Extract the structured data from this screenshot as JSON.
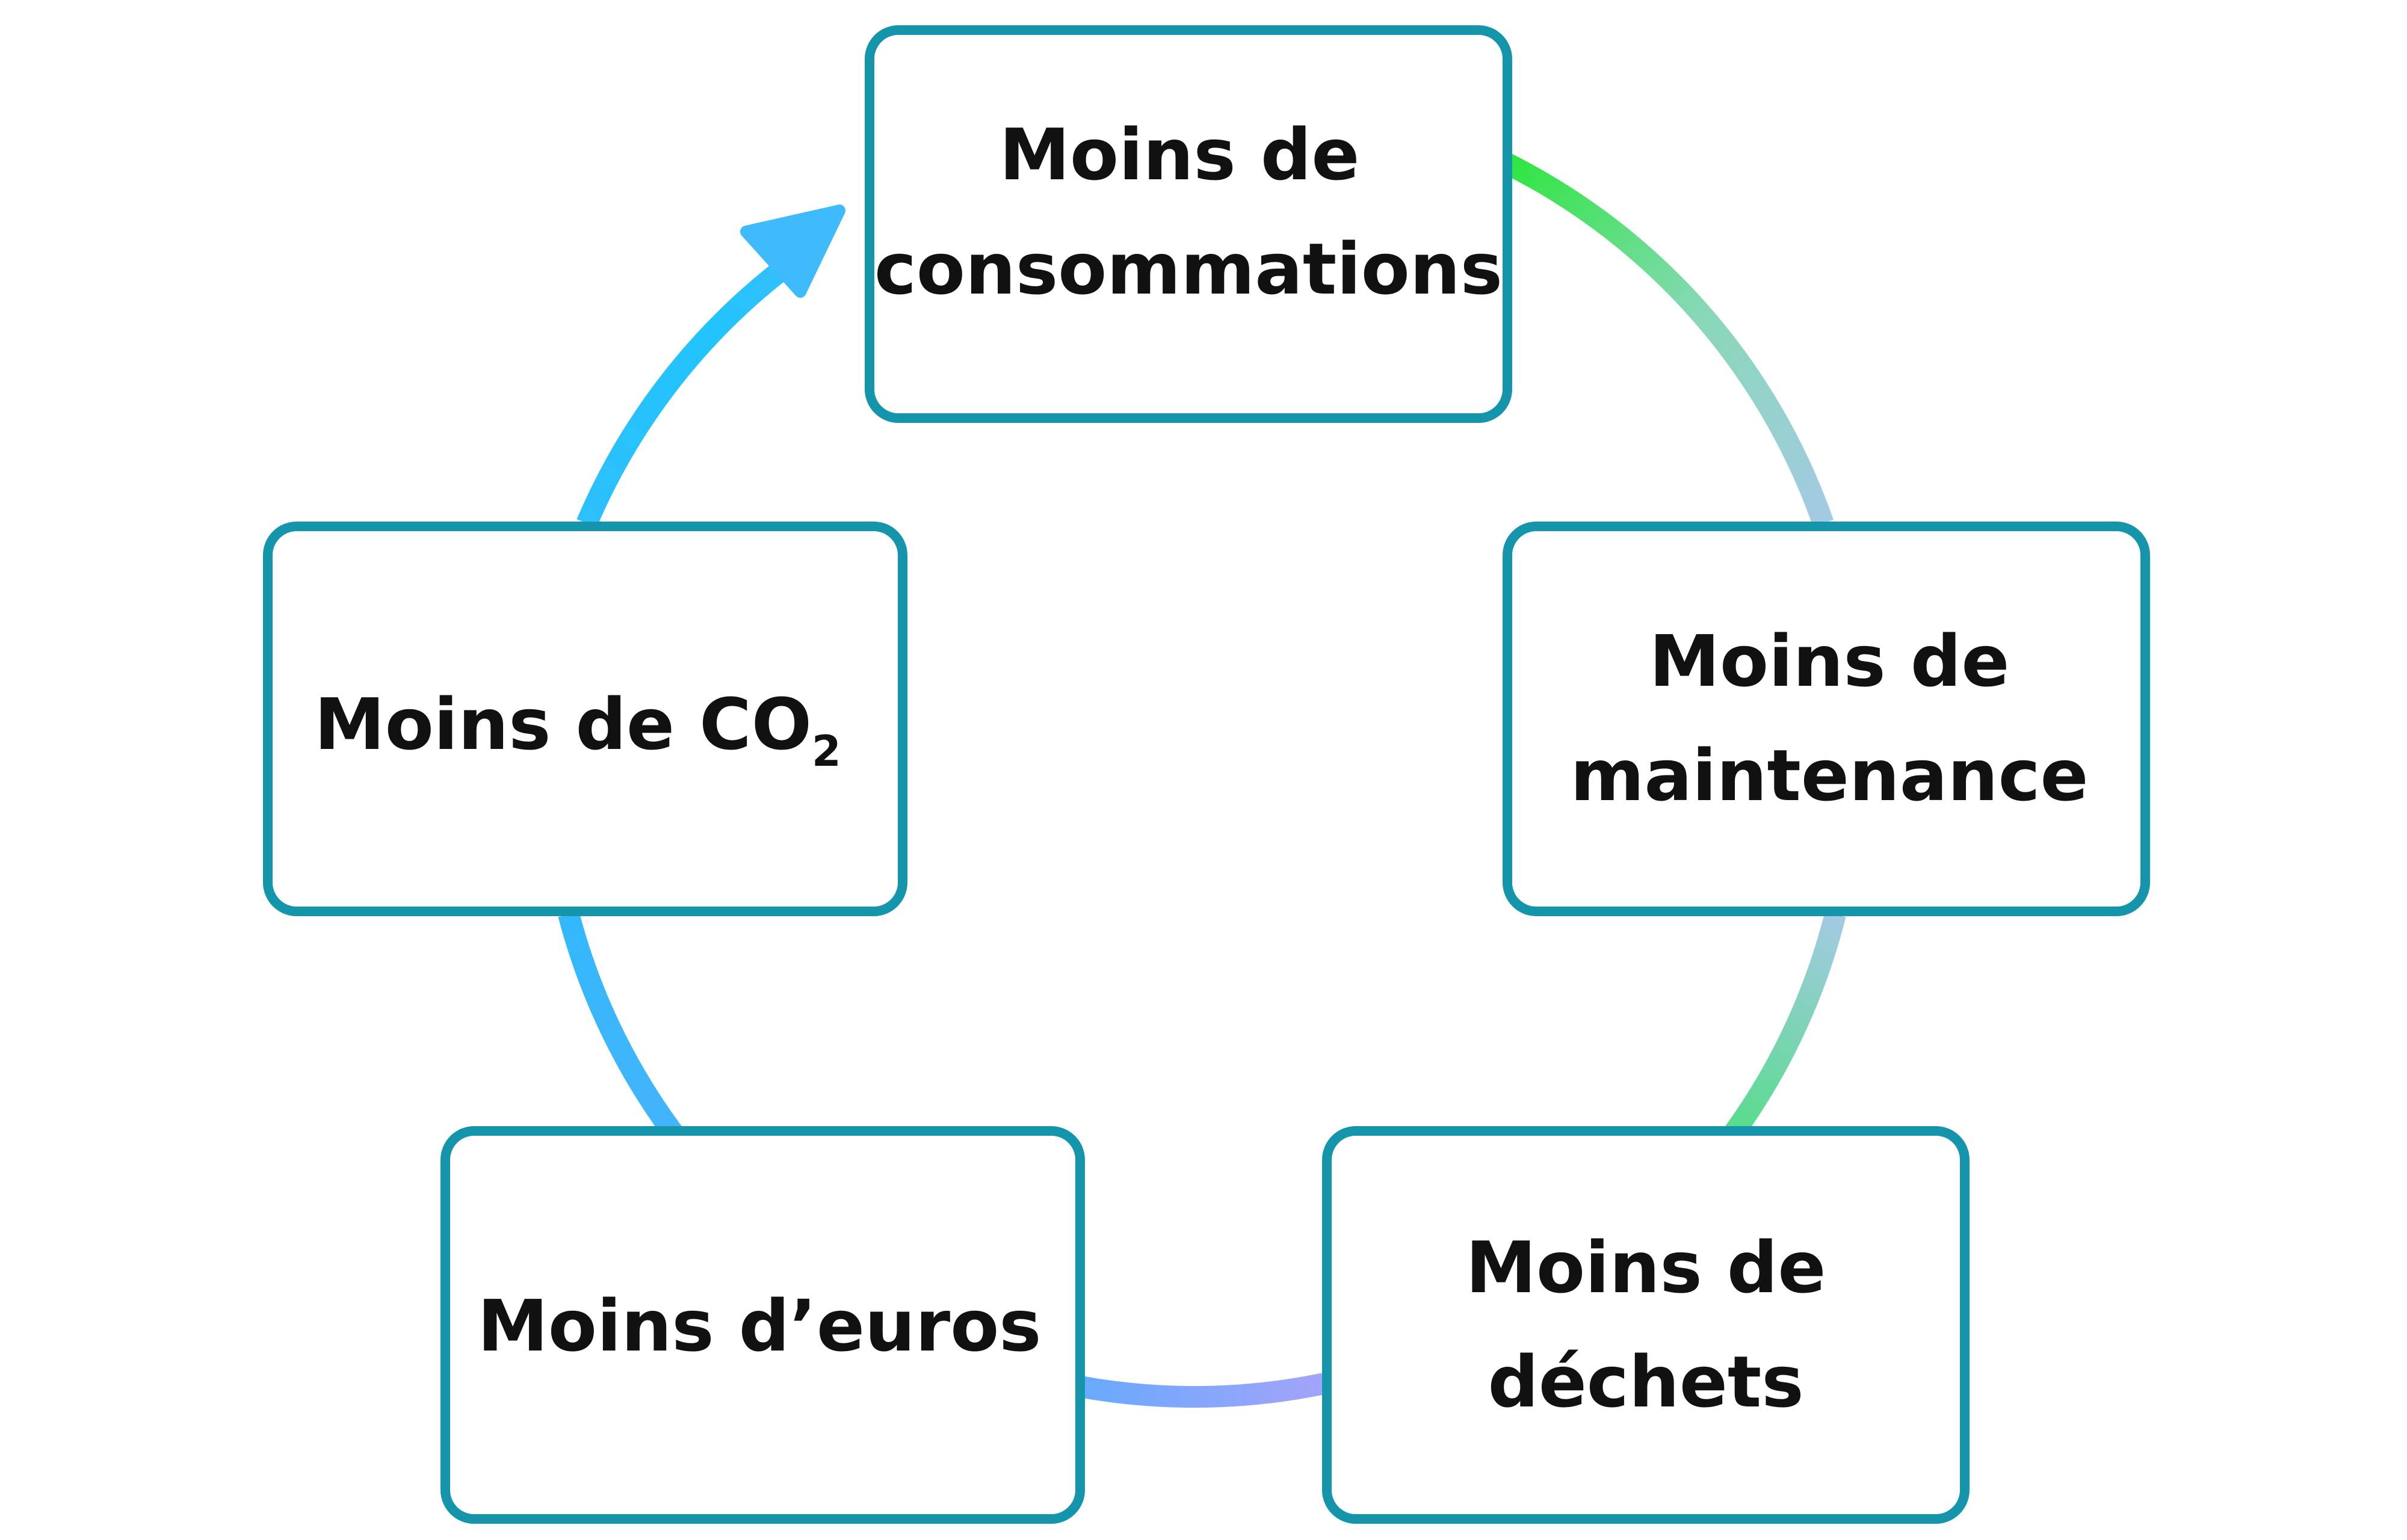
{
  "nodes": {
    "consommations": {
      "line1": "Moins de",
      "line2": "consommations"
    },
    "maintenance": {
      "line1": "Moins de",
      "line2": "maintenance"
    },
    "dechets": {
      "line1": "Moins de",
      "line2": "déchets"
    },
    "euros": {
      "line1": "Moins d’euros"
    },
    "co2": {
      "line1": "Moins de CO",
      "subscript": "2"
    }
  },
  "colors": {
    "box_border": "#1595ab",
    "text": "#111111",
    "arc_green": "#2ee640",
    "arc_lightblue": "#a6c9e6",
    "arc_midgreen": "#66dd99",
    "arc_purple": "#a3a3fa",
    "arc_blue": "#66aafc",
    "arc_sky": "#2cc0fd",
    "arrow": "#3fbafb"
  }
}
